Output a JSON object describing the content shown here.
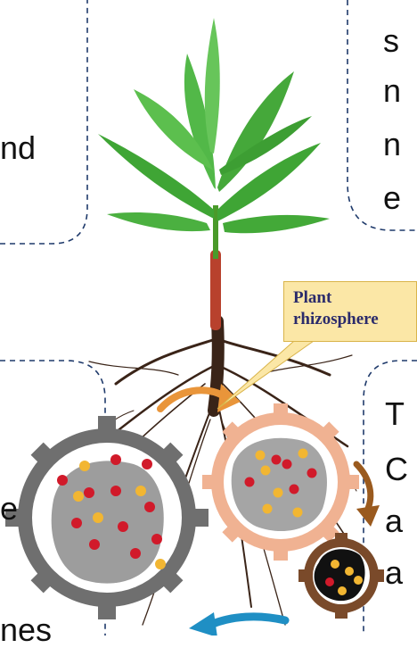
{
  "text_fragments": {
    "top_left": "nd",
    "top_right": [
      "s",
      "n",
      "n",
      "e"
    ],
    "bottom_left_a": "e",
    "bottom_left_b": "nes",
    "bottom_right": [
      "T",
      "C",
      "a",
      "a"
    ]
  },
  "callout": {
    "line1": "Plant",
    "line2": "rhizosphere"
  },
  "colors": {
    "dashed_border": "#1f3a6b",
    "gear_large": "#6f6f6f",
    "gear_medium": "#f0b292",
    "gear_small": "#7a4a2a",
    "arrow_orange": "#e9953a",
    "arrow_brown": "#9a5a1e",
    "arrow_blue": "#1f8fc4",
    "dot_red": "#d11a2a",
    "dot_yellow": "#f2b632",
    "leaf": "#3fa535",
    "stem": "#b8412d",
    "callout_bg": "#fbe7a6"
  },
  "icons": [
    "plant-icon",
    "root-system-icon",
    "gear-icon",
    "cycle-arrow-icon"
  ]
}
